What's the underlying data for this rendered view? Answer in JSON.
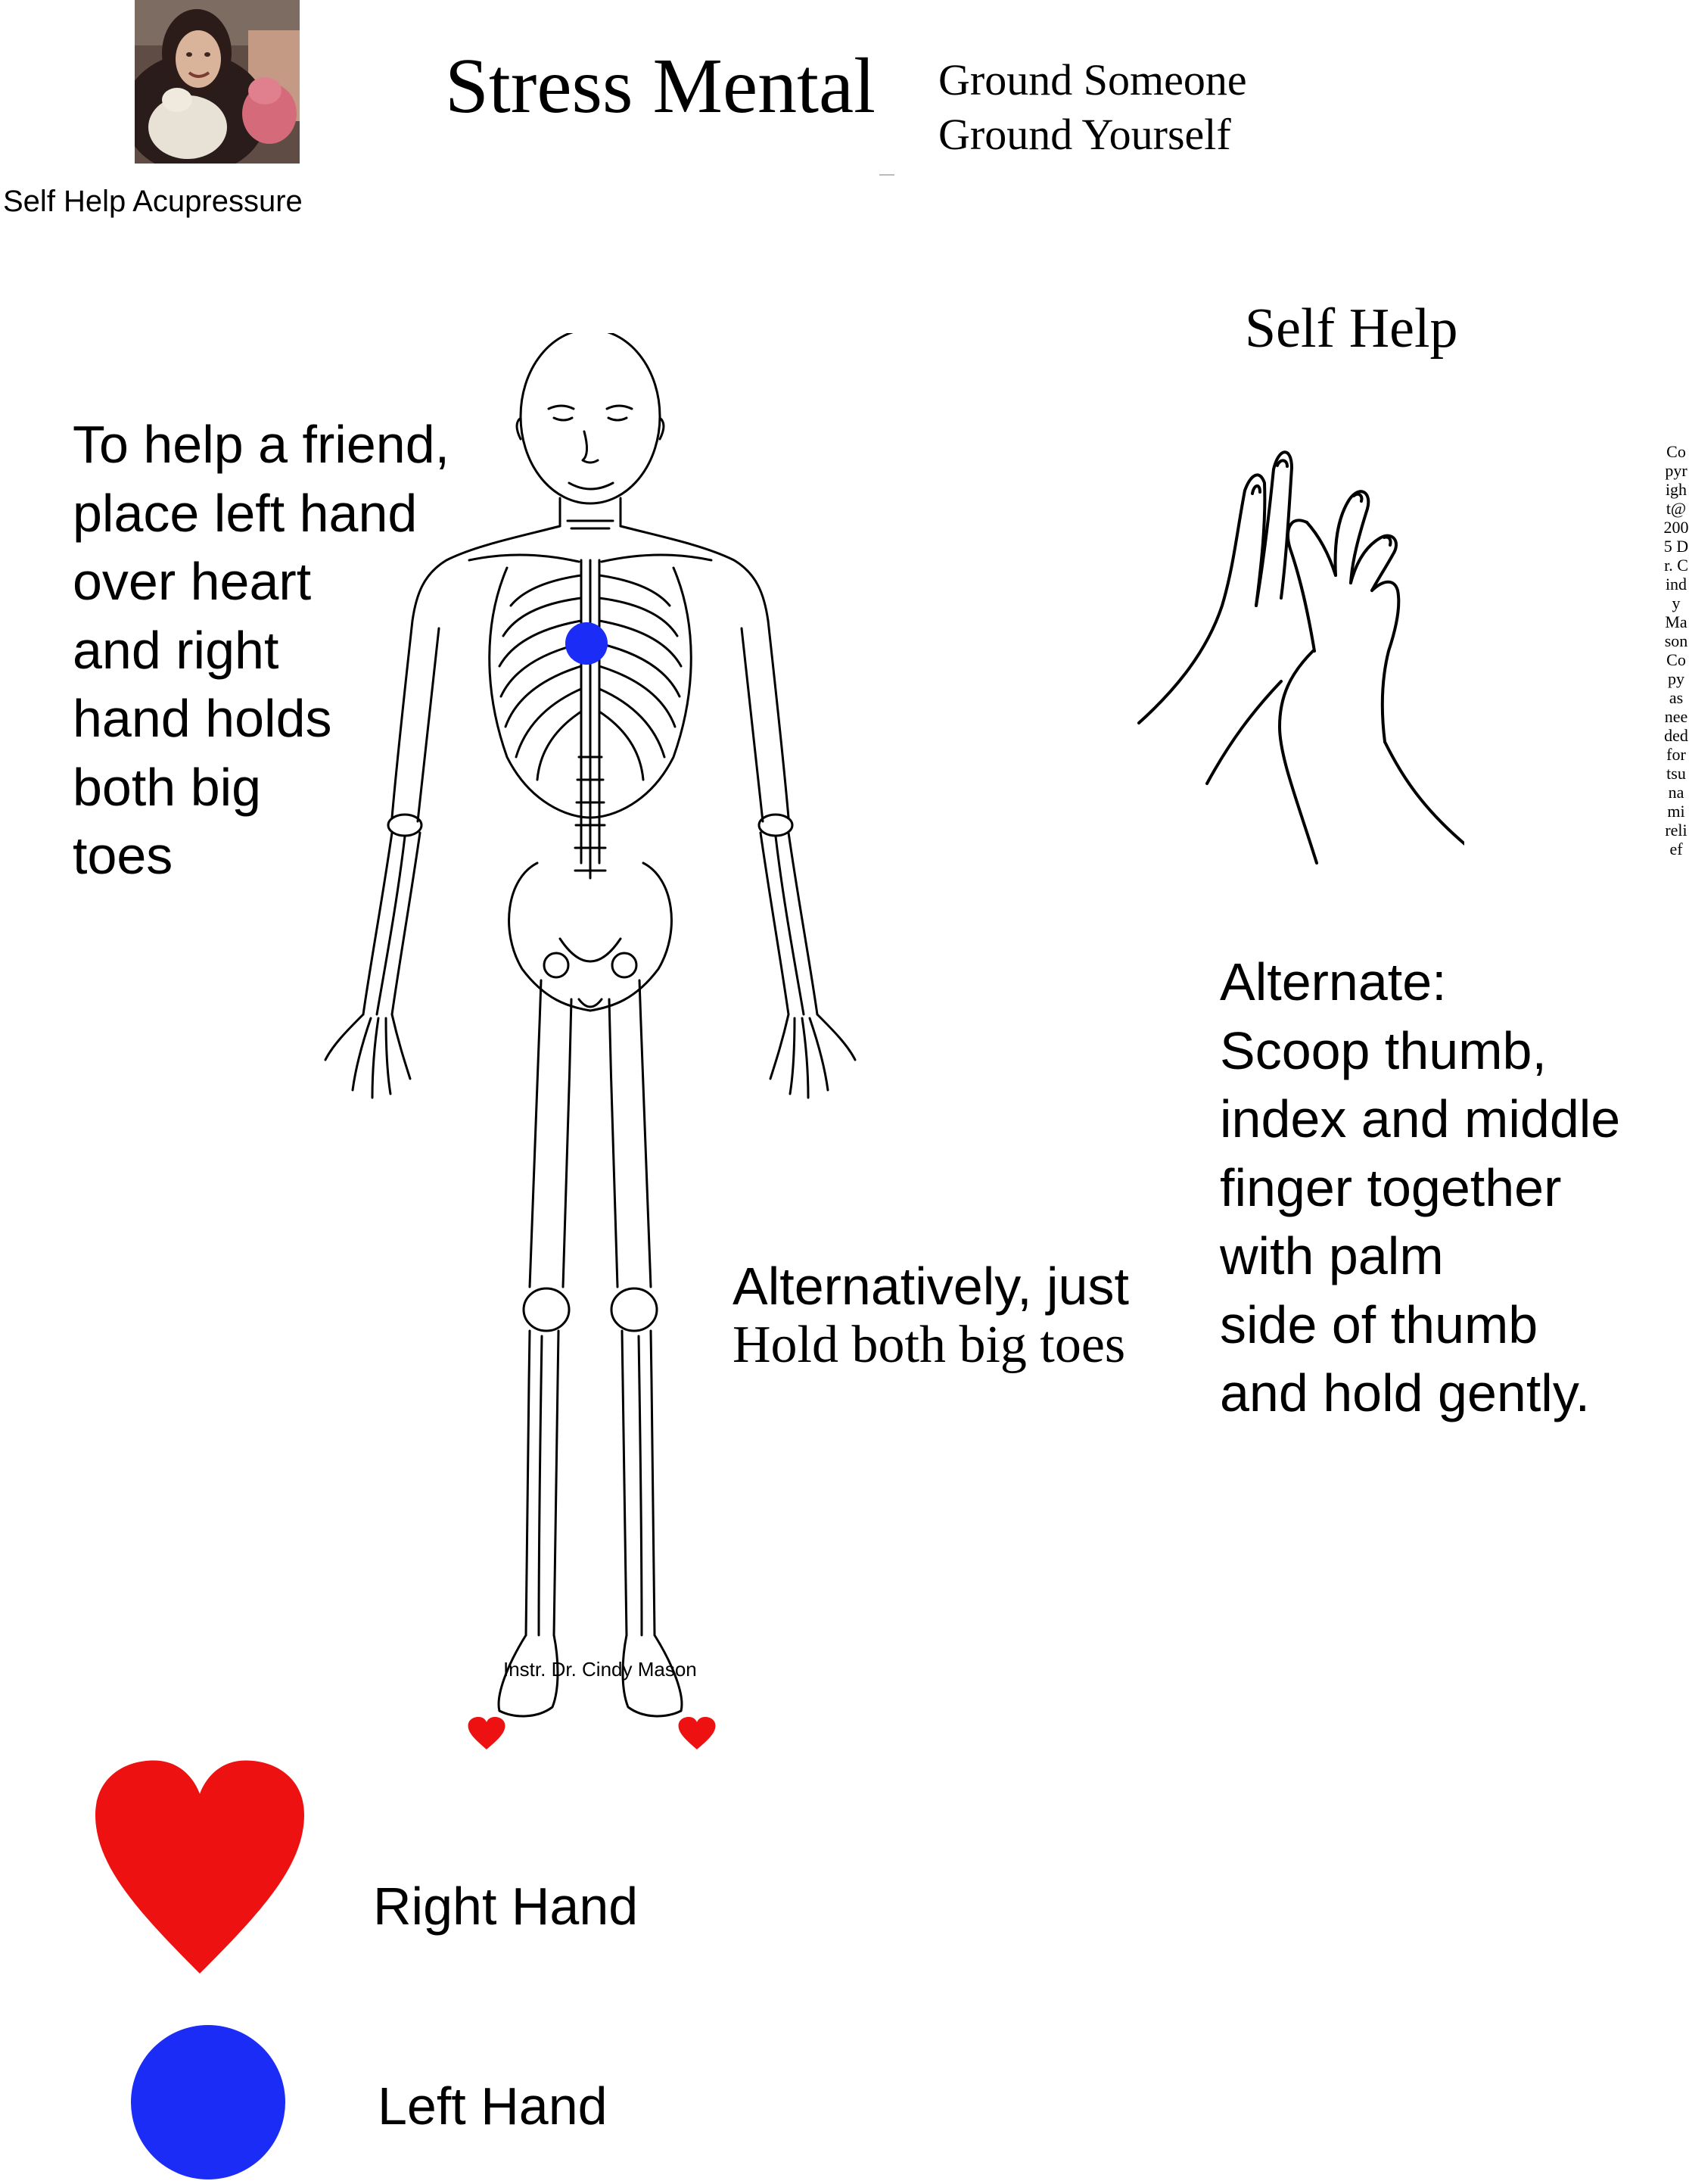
{
  "header": {
    "photo_caption": "Self Help Acupressure",
    "title": "Stress Mental",
    "subtitle_lines": [
      "Ground Someone",
      "Ground Yourself"
    ]
  },
  "self_help": {
    "title": "Self Help",
    "alternate_text": "Alternate:\nScoop thumb,\nindex and middle\nfinger together\nwith palm\nside of thumb\nand hold gently."
  },
  "friend_instructions": "To help a friend,\nplace left hand\nover heart\nand right\nhand holds\nboth big\ntoes",
  "alternative": {
    "line1": "Alternatively, just",
    "line2": "Hold both big toes"
  },
  "copyright": "Copyright@2005 Dr. Cindy Mason Copy as needed for tsunami relief",
  "credit": "Instr. Dr. Cindy Mason",
  "legend": {
    "right_hand": "Right Hand",
    "left_hand": "Left Hand"
  },
  "colors": {
    "right_hand_marker": "#ee1111",
    "left_hand_marker": "#1a2cf5"
  },
  "icons": {
    "right_hand": "heart-icon",
    "left_hand": "circle-icon"
  }
}
